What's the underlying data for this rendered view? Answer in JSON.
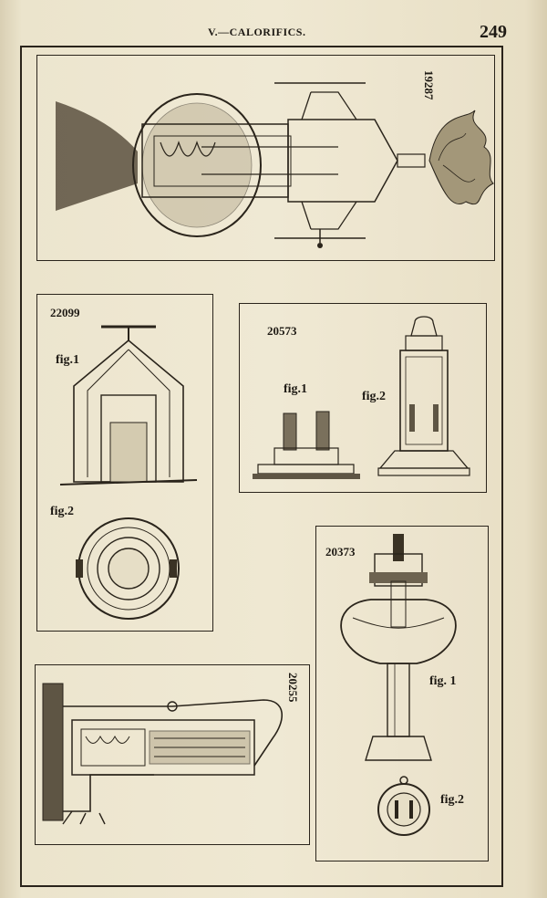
{
  "header": {
    "section_title": "V.—CALORIFICS.",
    "page_number": "249"
  },
  "panels": {
    "p19287": {
      "number": "19287"
    },
    "p22099": {
      "number": "22099",
      "fig1": "fig.1",
      "fig2": "fig.2"
    },
    "p20573": {
      "number": "20573",
      "fig1": "fig.1",
      "fig2": "fig.2"
    },
    "p20373": {
      "number": "20373",
      "fig1": "fig. 1",
      "fig2": "fig.2"
    },
    "p20255": {
      "number": "20255"
    }
  }
}
